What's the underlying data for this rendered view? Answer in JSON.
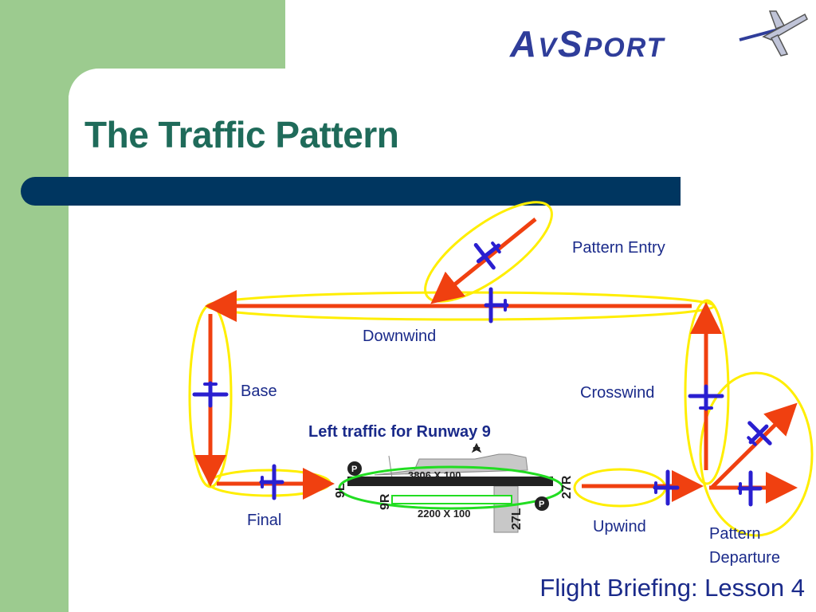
{
  "slide": {
    "title": "The Traffic Pattern",
    "footer": "Flight Briefing: Lesson 4"
  },
  "logo": {
    "text_a": "A",
    "text_v": "V",
    "text_s": "S",
    "text_port": "PORT",
    "icon": "airplane-icon"
  },
  "diagram": {
    "legs": {
      "pattern_entry": "Pattern Entry",
      "downwind": "Downwind",
      "base": "Base",
      "crosswind": "Crosswind",
      "final": "Final",
      "upwind": "Upwind",
      "pattern_departure_1": "Pattern",
      "pattern_departure_2": "Departure"
    },
    "subtitle": "Left traffic for Runway 9",
    "airport": {
      "runway_top": "3806 X 100",
      "runway_bottom": "2200 X 100",
      "rw_9l": "9L",
      "rw_9r": "9R",
      "rw_27r": "27R",
      "rw_27l": "27L",
      "parking": "P"
    },
    "colors": {
      "arrow": "#f04010",
      "ellipse": "#ffee00",
      "plane": "#2a1fd0",
      "runway_ring": "#22dd22"
    }
  }
}
